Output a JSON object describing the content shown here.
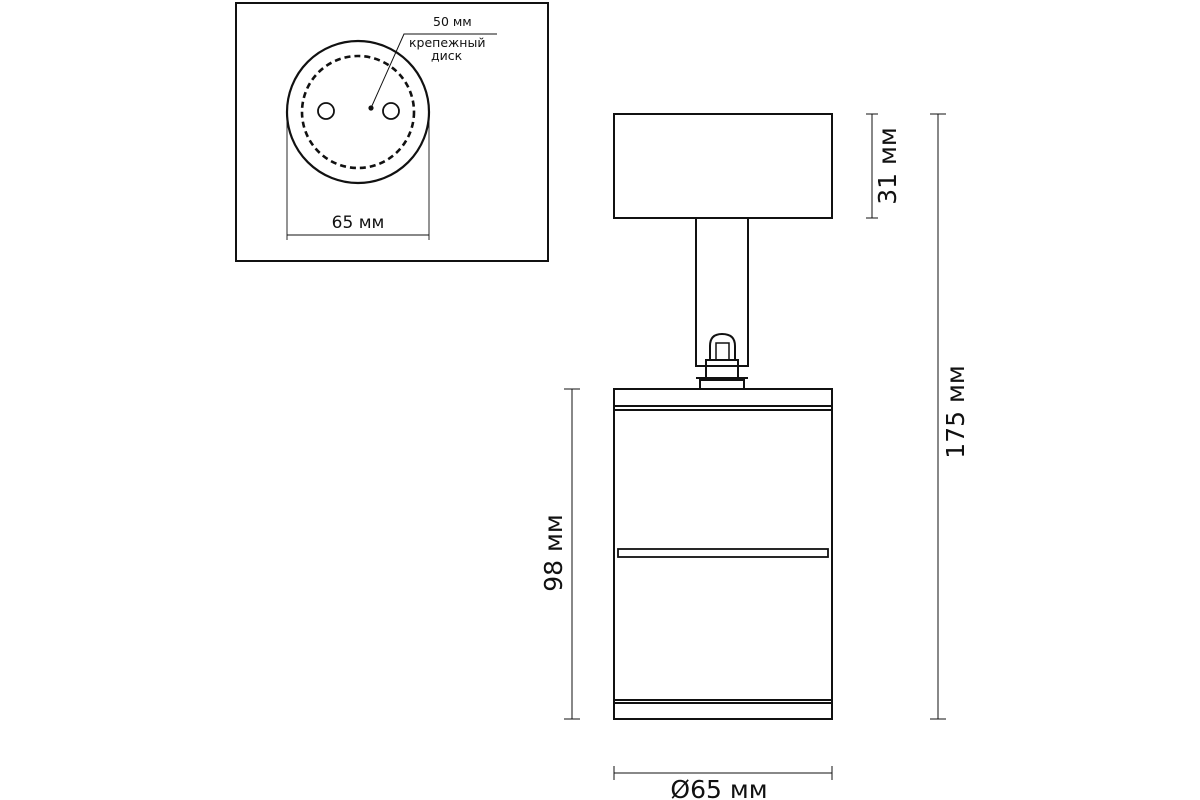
{
  "inset": {
    "mount_disk_size": "50 мм",
    "mount_disk_label_line1": "крепежный",
    "mount_disk_label_line2": "диск",
    "base_diameter": "65 мм"
  },
  "side_view": {
    "base_height": "31 мм",
    "total_height": "175 мм",
    "body_height": "98 мм",
    "body_diameter": "Ø65 мм"
  },
  "colors": {
    "line": "#111111",
    "background": "#ffffff"
  }
}
